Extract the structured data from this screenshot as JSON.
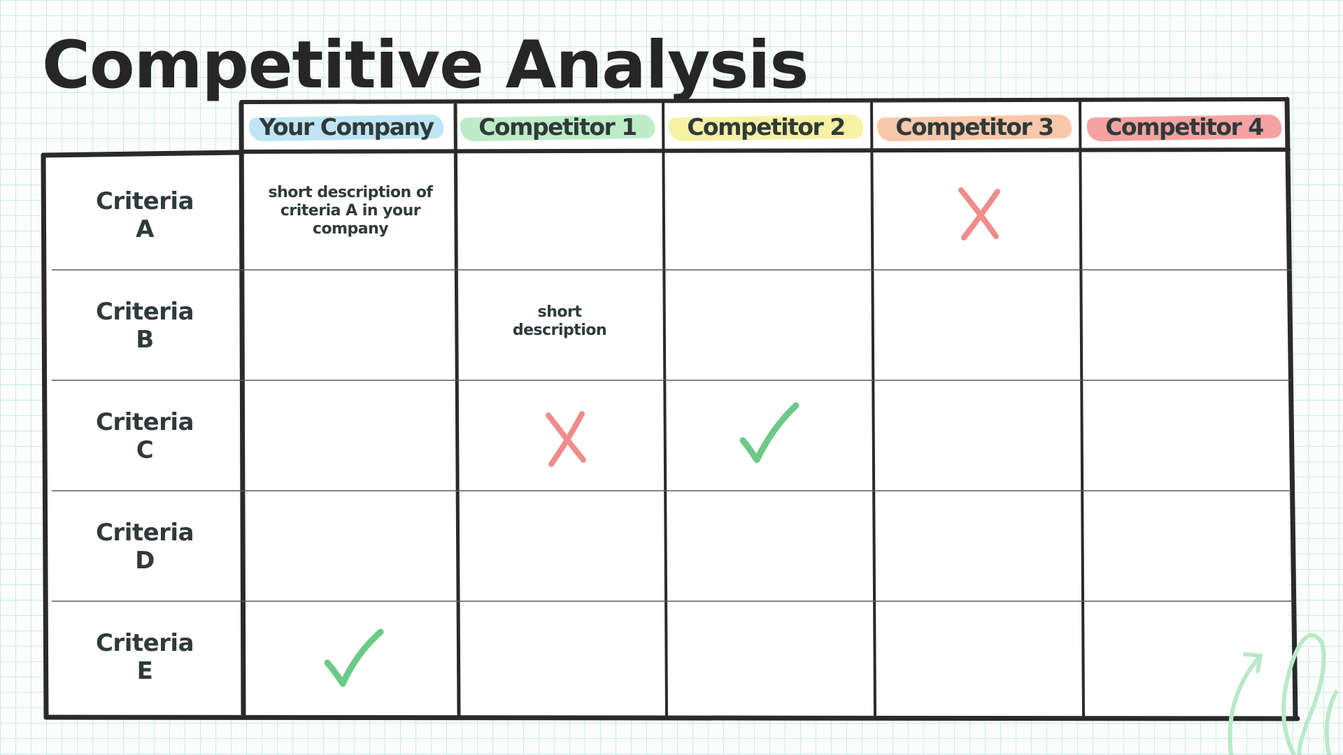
{
  "title": "Competitive Analysis",
  "columns": [
    {
      "label": "Your Company",
      "highlight": "#a9dcf0"
    },
    {
      "label": "Competitor 1",
      "highlight": "#a8e6b4"
    },
    {
      "label": "Competitor 2",
      "highlight": "#f4ec86"
    },
    {
      "label": "Competitor 3",
      "highlight": "#f7b48f"
    },
    {
      "label": "Competitor 4",
      "highlight": "#f48383"
    }
  ],
  "rows": [
    {
      "line1": "Criteria",
      "line2": "A"
    },
    {
      "line1": "Criteria",
      "line2": "B"
    },
    {
      "line1": "Criteria",
      "line2": "C"
    },
    {
      "line1": "Criteria",
      "line2": "D"
    },
    {
      "line1": "Criteria",
      "line2": "E"
    }
  ],
  "cells": {
    "a_your_company": "short description of criteria A in your company",
    "b_competitor_1": "short description"
  },
  "marks": {
    "cross_color": "#ef8c8c",
    "check_color": "#6cc987",
    "items": [
      {
        "row": "A",
        "column": "Competitor 3",
        "type": "cross"
      },
      {
        "row": "C",
        "column": "Competitor 1",
        "type": "cross"
      },
      {
        "row": "C",
        "column": "Competitor 2",
        "type": "check"
      },
      {
        "row": "E",
        "column": "Your Company",
        "type": "check"
      }
    ]
  },
  "colors": {
    "grid_line": "#c9ece7",
    "ink": "#2a2a2a",
    "decoration": "#b9e9c8"
  }
}
